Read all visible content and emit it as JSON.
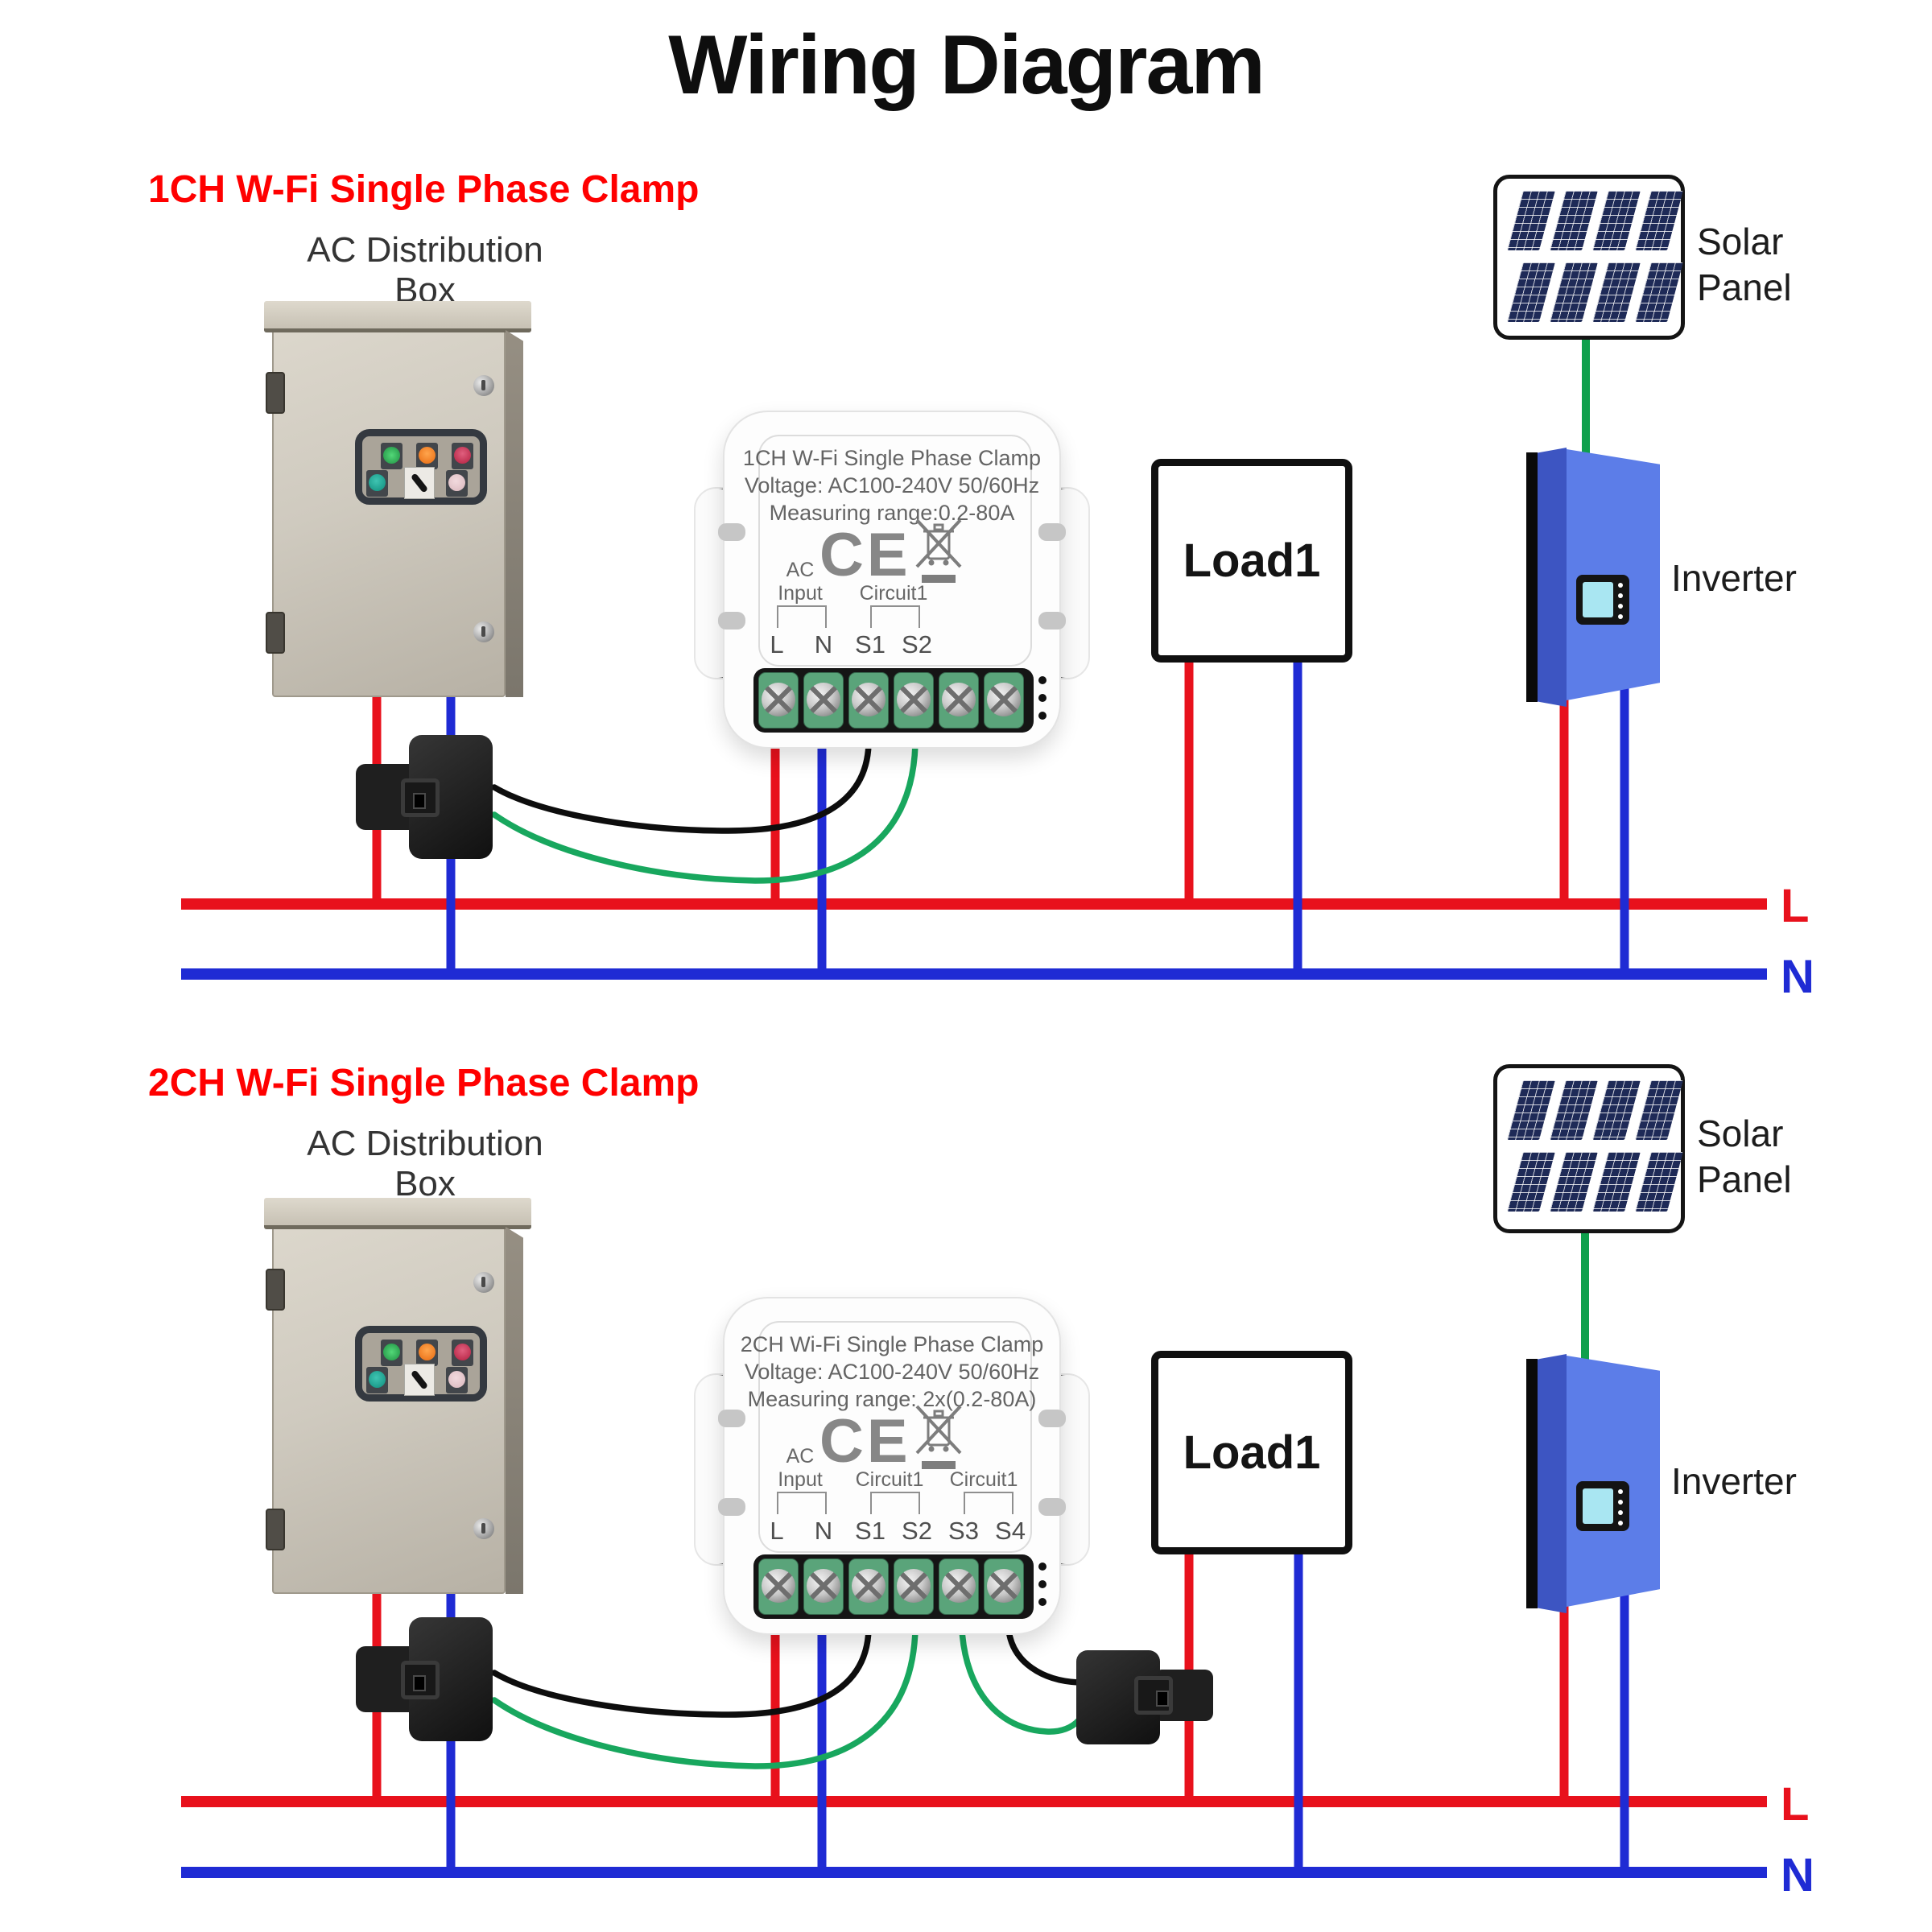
{
  "title": "Wiring Diagram",
  "colors": {
    "header_red": "#ff0000",
    "line_live": "#e8111c",
    "line_neutral": "#1f2bd4",
    "wire_signal_black": "#0d0d0d",
    "wire_signal_green": "#18a75e",
    "wire_solar_green": "#0fa04c",
    "inverter_blue": "#5c7de8",
    "inverter_blue_dark": "#3d55c2",
    "solar_cell_navy": "#1e2a57",
    "screen_cyan": "#a9e6f2"
  },
  "icons": {
    "weee": "crossed-out-wheelie-bin-icon",
    "ce": "ce-certification-mark"
  },
  "sections": [
    {
      "header": "1CH W-Fi Single Phase Clamp",
      "box_label": [
        "AC Distribution",
        "Box"
      ],
      "device": {
        "line1": "1CH W-Fi Single Phase Clamp",
        "line2": "Voltage: AC100-240V 50/60Hz",
        "line3": "Measuring range:0.2-80A",
        "ce_text": "CE",
        "ac_label": [
          "AC",
          "Input"
        ],
        "circuit_labels": [
          "Circuit1"
        ],
        "terminals": [
          "L",
          "N",
          "S1",
          "S2"
        ]
      },
      "load_label": "Load1",
      "solar_label": [
        "Solar",
        "Panel"
      ],
      "inverter_label": "Inverter",
      "bus_live_label": "L",
      "bus_neutral_label": "N"
    },
    {
      "header": "2CH W-Fi Single Phase Clamp",
      "box_label": [
        "AC Distribution",
        "Box"
      ],
      "device": {
        "line1": "2CH Wi-Fi Single Phase Clamp",
        "line2": "Voltage: AC100-240V 50/60Hz",
        "line3": "Measuring range: 2x(0.2-80A)",
        "ce_text": "CE",
        "ac_label": [
          "AC",
          "Input"
        ],
        "circuit_labels": [
          "Circuit1",
          "Circuit1"
        ],
        "terminals": [
          "L",
          "N",
          "S1",
          "S2",
          "S3",
          "S4"
        ]
      },
      "load_label": "Load1",
      "solar_label": [
        "Solar",
        "Panel"
      ],
      "inverter_label": "Inverter",
      "bus_live_label": "L",
      "bus_neutral_label": "N"
    }
  ]
}
